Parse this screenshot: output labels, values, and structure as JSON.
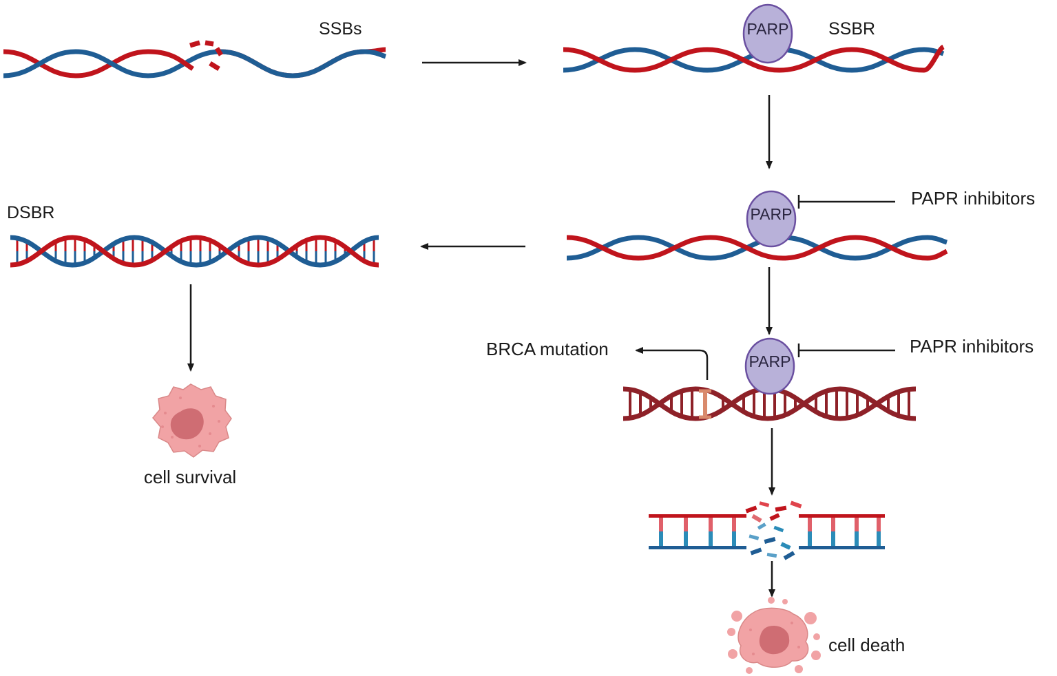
{
  "labels": {
    "ssbs": "SSBs",
    "ssbr": "SSBR",
    "dsbr": "DSBR",
    "parp_inhibitors_1": "PAPR inhibitors",
    "parp_inhibitors_2": "PAPR inhibitors",
    "brca_mutation": "BRCA mutation",
    "cell_survival": "cell survival",
    "cell_death": "cell death"
  },
  "parp": {
    "label_1": "PARP",
    "label_2": "PARP",
    "label_3": "PARP"
  },
  "colors": {
    "strand_red": "#c0141c",
    "strand_blue": "#1f5d94",
    "mutant_strand": "#8e2128",
    "mutation_site": "#d98a6c",
    "parp_fill": "#b8b1d9",
    "parp_stroke": "#6a4fa0",
    "cell_fill": "#f1a3a5",
    "nucleus_fill": "#cf6d73",
    "arrow": "#1a1a1a"
  }
}
